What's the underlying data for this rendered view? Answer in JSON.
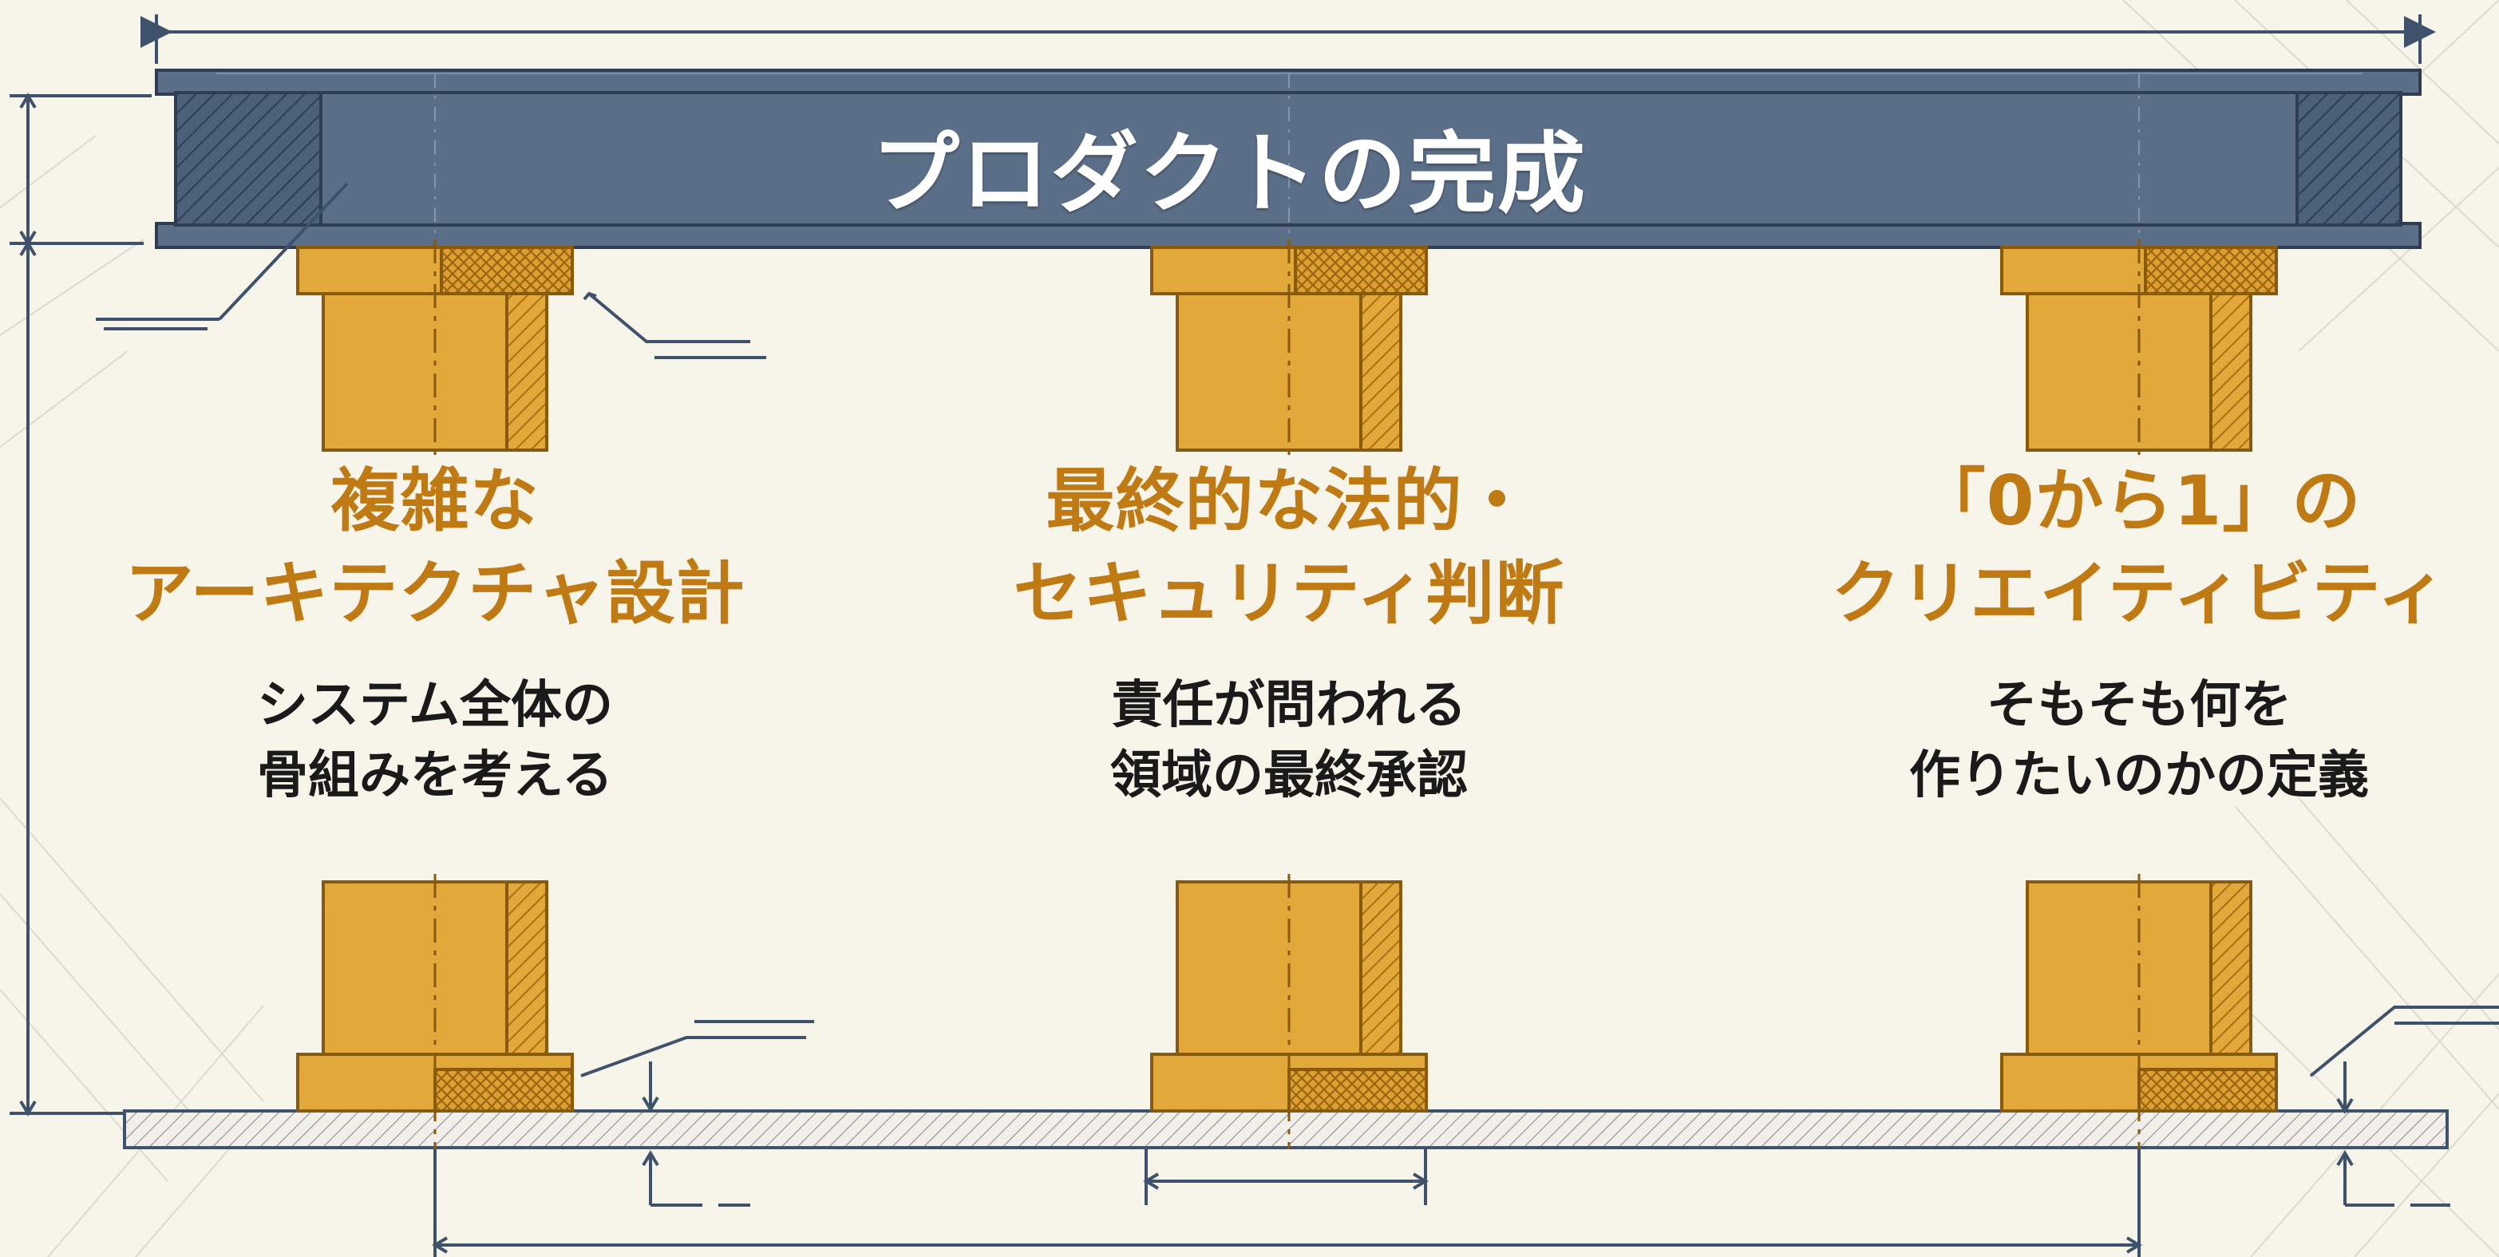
{
  "top_beam": {
    "label": "プロダクトの完成"
  },
  "pillars": [
    {
      "title_lines": [
        "複雑な",
        "アーキテクチャ設計"
      ],
      "desc_lines": [
        "システム全体の",
        "骨組みを考える"
      ]
    },
    {
      "title_lines": [
        "最終的な法的・",
        "セキュリティ判断"
      ],
      "desc_lines": [
        "責任が問われる",
        "領域の最終承認"
      ]
    },
    {
      "title_lines": [
        "「0から1」の",
        "クリエイティビティ"
      ],
      "desc_lines": [
        "そもそも何を",
        "作りたいのかの定義"
      ]
    }
  ],
  "colors": {
    "background": "#f7f4ea",
    "beam": "#5b6f89",
    "beam_dark": "#3c4c63",
    "pillar": "#e3a83a",
    "pillar_dark": "#b57e1f",
    "title_text": "#c07a14",
    "grid_line": "#d8d6d0",
    "dimension_line": "#3f526c"
  }
}
